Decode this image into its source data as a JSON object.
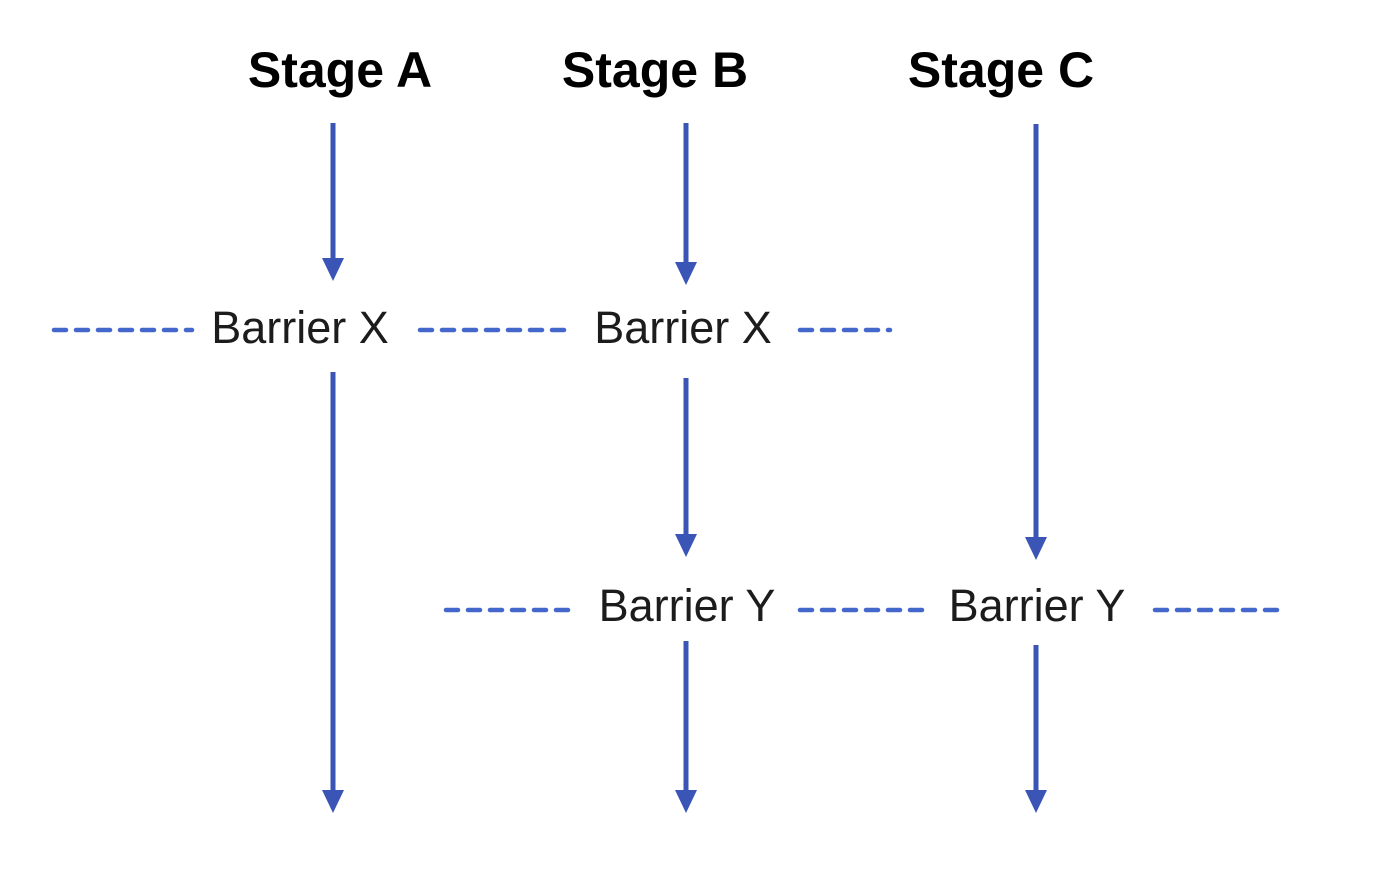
{
  "diagram": {
    "type": "flow-diagram",
    "stages": [
      {
        "label": "Stage A",
        "barriers": [
          "Barrier X"
        ]
      },
      {
        "label": "Stage B",
        "barriers": [
          "Barrier X",
          "Barrier Y"
        ]
      },
      {
        "label": "Stage C",
        "barriers": [
          "Barrier Y"
        ]
      }
    ]
  },
  "colors": {
    "arrow": "#3A55B6",
    "dash": "#4467CC",
    "barrier_text": "#1C1C1C",
    "header_text": "#000000",
    "background": "#FFFFFF"
  }
}
